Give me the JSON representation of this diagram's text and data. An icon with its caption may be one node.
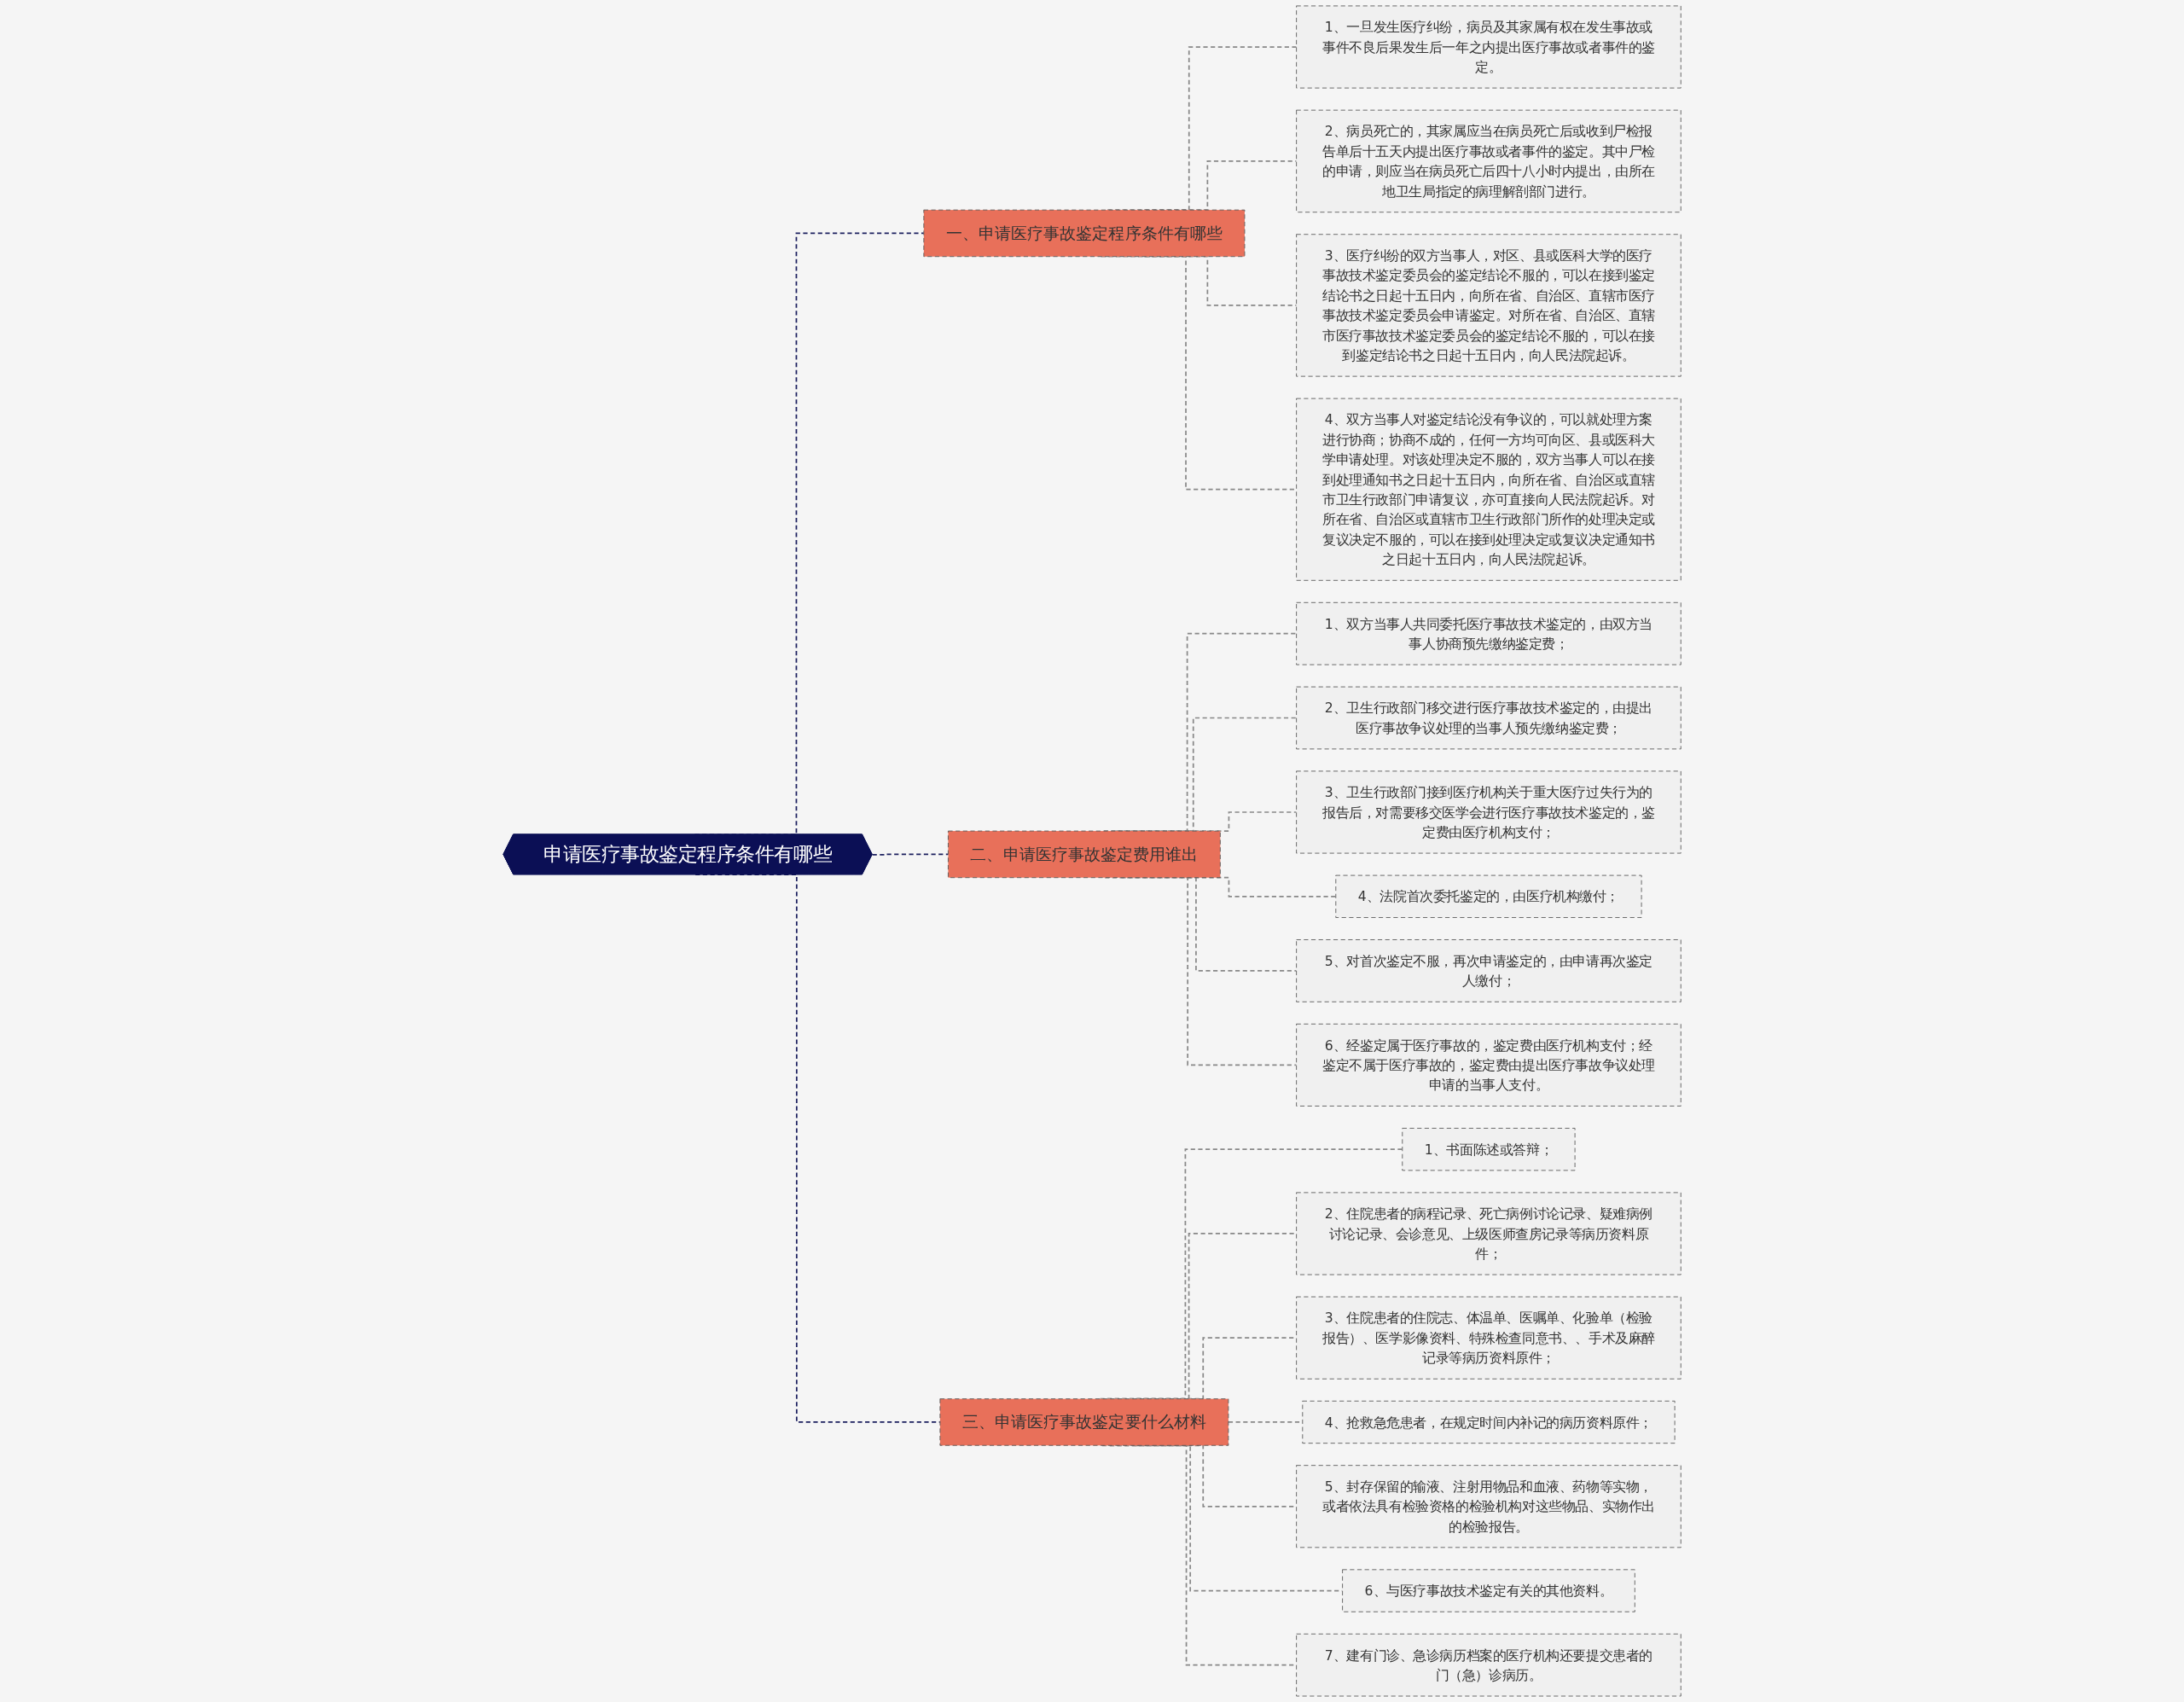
{
  "diagram": {
    "nodes": [
      {
        "text": [
          "申请医疗事故鉴定程序条件有哪些"
        ]
      },
      {
        "text": [
          "一、申请医疗事故鉴定程序条件有哪些"
        ]
      },
      {
        "text": [
          "1、一旦发生医疗纠纷，病员及其家属有权在发生事故或事件不良后果发生后一年之内提出医疗事故或者事件的鉴定。"
        ]
      },
      {
        "text": [
          "2、病员死亡的，其家属应当在病员死亡后或收到尸检报告单后十五天内提出医疗事故或者事件的鉴定。其中尸检的申请，则应当在病员死亡后四十八小时内提出，由所在地卫生局指定的病理解剖部门进行。"
        ]
      },
      {
        "text": [
          "3、医疗纠纷的双方当事人，对区、县或医科大学的医疗事故技术鉴定委员会的鉴定结论不服的，可以在接到鉴定结论书之日起十五日内，向所在省、自治区、直辖市医疗事故技术鉴定委员会申请鉴定。对所在省、自治区、直辖市医疗事故技术鉴定委员会的鉴定结论不服的，可以在接到鉴定结论书之日起十五日内，向人民法院起诉。"
        ]
      },
      {
        "text": [
          "4、双方当事人对鉴定结论没有争议的，可以就处理方案进行协商；协商不成的，任何一方均可向区、县或医科大学申请处理。对该处理决定不服的，双方当事人可以在接到处理通知书之日起十五日内，向所在省、自治区或直辖市卫生行政部门申请复议，亦可直接向人民法院起诉。对所在省、自治区或直辖市卫生行政部门所作的处理决定或复议决定不服的，可以在接到处理决定或复议决定通知书之日起十五日内，向人民法院起诉。"
        ]
      },
      {
        "text": [
          "二、申请医疗事故鉴定费用谁出"
        ]
      },
      {
        "text": [
          "1、双方当事人共同委托医疗事故技术鉴定的，由双方当事人协商预先缴纳鉴定费；"
        ]
      },
      {
        "text": [
          "2、卫生行政部门移交进行医疗事故技术鉴定的，由提出医疗事故争议处理的当事人预先缴纳鉴定费；"
        ]
      },
      {
        "text": [
          "3、卫生行政部门接到医疗机构关于重大医疗过失行为的报告后，对需要移交医学会进行医疗事故技术鉴定的，鉴定费由医疗机构支付；"
        ]
      },
      {
        "text": [
          "4、法院首次委托鉴定的，由医疗机构缴付；"
        ]
      },
      {
        "text": [
          "5、对首次鉴定不服，再次申请鉴定的，由申请再次鉴定人缴付；"
        ]
      },
      {
        "text": [
          "6、经鉴定属于医疗事故的，鉴定费由医疗机构支付；经鉴定不属于医疗事故的，鉴定费由提出医疗事故争议处理申请的当事人支付。"
        ]
      },
      {
        "text": [
          "三、申请医疗事故鉴定要什么材料"
        ]
      },
      {
        "text": [
          "1、书面陈述或答辩；"
        ]
      },
      {
        "text": [
          "2、住院患者的病程记录、死亡病例讨论记录、疑难病例讨论记录、会诊意见、上级医师查房记录等病历资料原件；"
        ]
      },
      {
        "text": [
          "3、住院患者的住院志、体温单、医嘱单、化验单（检验报告）、医学影像资料、特殊检查同意书、、手术及麻醉记录等病历资料原件；"
        ]
      },
      {
        "text": [
          "4、抢救急危患者，在规定时间内补记的病历资料原件；"
        ]
      },
      {
        "text": [
          "5、封存保留的输液、注射用物品和血液、药物等实物，或者依法具有检验资格的检验机构对这些物品、实物作出的检验报告。"
        ]
      },
      {
        "text": [
          "6、与医疗事故技术鉴定有关的其他资料。"
        ]
      },
      {
        "text": [
          "7、建有门诊、急诊病历档案的医疗机构还要提交患者的门（急）诊病历。"
        ]
      }
    ],
    "edges": [
      {
        "from": 0,
        "to": 1,
        "arrow": "none",
        "style": "dashed",
        "color": "#1b1f5e"
      },
      {
        "from": 1,
        "to": 2,
        "arrow": "none",
        "style": "dashed"
      },
      {
        "from": 1,
        "to": 3,
        "arrow": "none",
        "style": "dashed"
      },
      {
        "from": 1,
        "to": 4,
        "arrow": "none",
        "style": "dashed"
      },
      {
        "from": 1,
        "to": 5,
        "arrow": "none",
        "style": "dashed"
      },
      {
        "from": 0,
        "to": 6,
        "arrow": "none",
        "style": "dashed",
        "color": "#1b1f5e"
      },
      {
        "from": 6,
        "to": 7,
        "arrow": "none",
        "style": "dashed"
      },
      {
        "from": 6,
        "to": 8,
        "arrow": "none",
        "style": "dashed"
      },
      {
        "from": 6,
        "to": 9,
        "arrow": "none",
        "style": "dashed"
      },
      {
        "from": 6,
        "to": 10,
        "arrow": "none",
        "style": "dashed"
      },
      {
        "from": 6,
        "to": 11,
        "arrow": "none",
        "style": "dashed"
      },
      {
        "from": 6,
        "to": 12,
        "arrow": "none",
        "style": "dashed"
      },
      {
        "from": 0,
        "to": 13,
        "arrow": "none",
        "style": "dashed",
        "color": "#1b1f5e"
      },
      {
        "from": 13,
        "to": 14,
        "arrow": "none",
        "style": "dashed"
      },
      {
        "from": 13,
        "to": 15,
        "arrow": "none",
        "style": "dashed"
      },
      {
        "from": 13,
        "to": 16,
        "arrow": "none",
        "style": "dashed"
      },
      {
        "from": 13,
        "to": 17,
        "arrow": "none",
        "style": "dashed"
      },
      {
        "from": 13,
        "to": 18,
        "arrow": "none",
        "style": "dashed"
      },
      {
        "from": 13,
        "to": 19,
        "arrow": "none",
        "style": "dashed"
      },
      {
        "from": 13,
        "to": 20,
        "arrow": "none",
        "style": "dashed"
      }
    ]
  }
}
